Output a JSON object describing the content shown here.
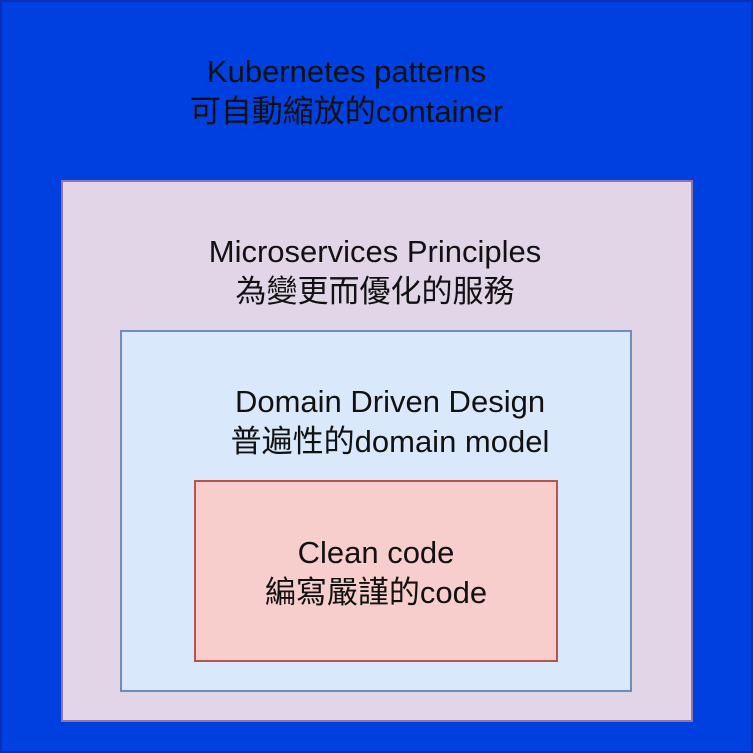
{
  "layers": {
    "kubernetes": {
      "title": "Kubernetes patterns",
      "subtitle": "可自動縮放的container",
      "fill": "#0040e0"
    },
    "microservices": {
      "title": "Microservices Principles",
      "subtitle": "為變更而優化的服務",
      "fill": "#e2d5e7"
    },
    "ddd": {
      "title": "Domain Driven Design",
      "subtitle": "普遍性的domain model",
      "fill": "#dae8fc"
    },
    "clean_code": {
      "title": "Clean code",
      "subtitle": "編寫嚴謹的code",
      "fill": "#f8cecc"
    }
  }
}
